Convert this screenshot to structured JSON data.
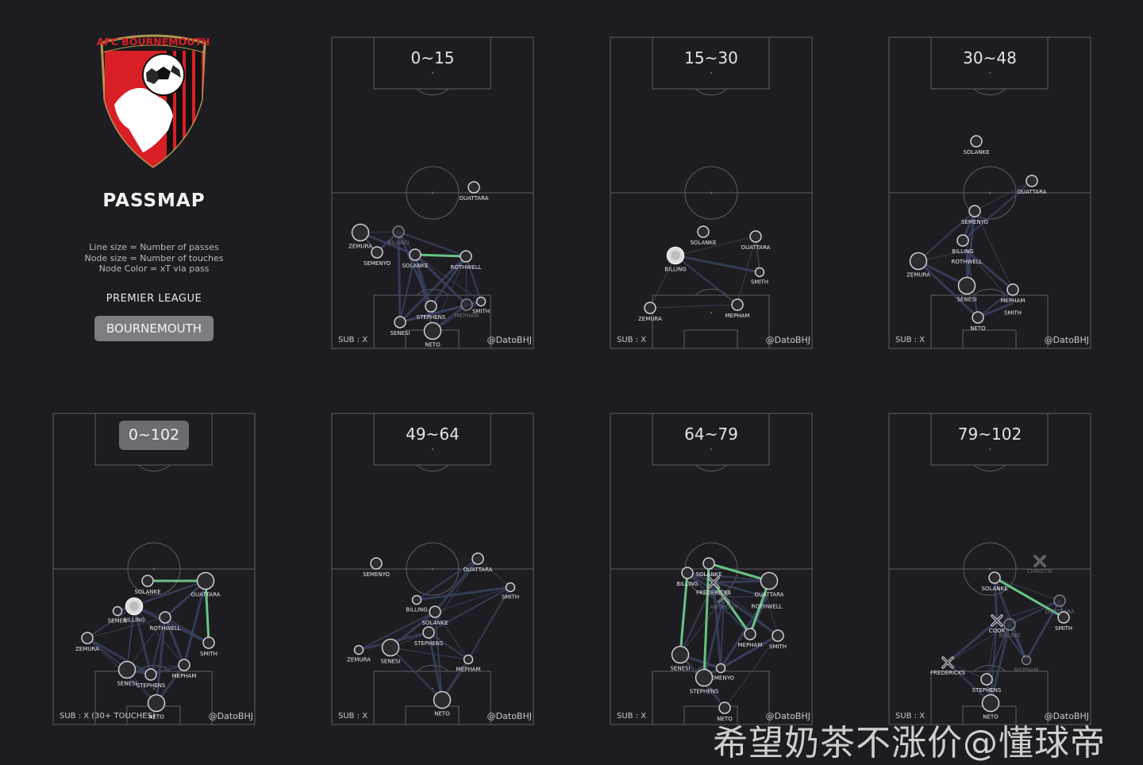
{
  "header": {
    "logo_text": "AFC BOURNEMOUTH",
    "title": "PASSMAP",
    "legend_lines": [
      "Line size = Number of passes",
      "Node size = Number of touches",
      "Node Color = xT via pass"
    ],
    "league": "PREMIER LEAGUE",
    "team_button": "BOURNEMOUTH"
  },
  "colors": {
    "background": "#1d1d21",
    "pitch_line": "#5c5c62",
    "pass_line": "#3b4566",
    "highlight_pass": "#6fd38d",
    "node": "#8e8e92",
    "brand_red": "#d81f26",
    "brand_gold": "#b39550"
  },
  "watermark": "希望奶茶不涨价@懂球帝",
  "panels": [
    {
      "period": "0~15",
      "sub": "SUB : X",
      "credit": "@DatoBHJ",
      "players": [
        {
          "name": "OUATTARA",
          "ox": 597,
          "oy": 236,
          "touches": "m"
        },
        {
          "name": "ZEMURA",
          "ox": 454,
          "oy": 293,
          "touches": "l"
        },
        {
          "name": "BILLING",
          "ox": 502,
          "oy": 292,
          "touches": "m",
          "dim": true
        },
        {
          "name": "SEMENYO",
          "ox": 475,
          "oy": 318,
          "touches": "m"
        },
        {
          "name": "SOLANKE",
          "ox": 523,
          "oy": 321,
          "touches": "m"
        },
        {
          "name": "ROTHWELL",
          "ox": 587,
          "oy": 323,
          "touches": "m"
        },
        {
          "name": "STEPHENS",
          "ox": 543,
          "oy": 386,
          "touches": "m"
        },
        {
          "name": "MEPHAM",
          "ox": 588,
          "oy": 384,
          "touches": "m",
          "dim": true
        },
        {
          "name": "SMITH",
          "ox": 606,
          "oy": 380,
          "touches": "s"
        },
        {
          "name": "SENESI",
          "ox": 504,
          "oy": 406,
          "touches": "m"
        },
        {
          "name": "NETO",
          "ox": 545,
          "oy": 417,
          "touches": "l"
        }
      ],
      "highlight": [
        [
          4,
          5
        ]
      ]
    },
    {
      "period": "15~30",
      "sub": "SUB : X",
      "credit": "@DatoBHJ",
      "players": [
        {
          "name": "SOLANKE",
          "ox": 886,
          "oy": 292,
          "touches": "m"
        },
        {
          "name": "OUATTARA",
          "ox": 952,
          "oy": 298,
          "touches": "m"
        },
        {
          "name": "BILLING",
          "ox": 851,
          "oy": 322,
          "touches": "l",
          "white": true
        },
        {
          "name": "SMITH",
          "ox": 957,
          "oy": 343,
          "touches": "s"
        },
        {
          "name": "ZEMURA",
          "ox": 819,
          "oy": 388,
          "touches": "m"
        },
        {
          "name": "MEPHAM",
          "ox": 929,
          "oy": 384,
          "touches": "m"
        }
      ],
      "highlight": []
    },
    {
      "period": "30~48",
      "sub": "SUB : X",
      "credit": "@DatoBHJ",
      "players": [
        {
          "name": "SOLANKE",
          "ox": 1230,
          "oy": 178,
          "touches": "m"
        },
        {
          "name": "OUATTARA",
          "ox": 1300,
          "oy": 228,
          "touches": "m"
        },
        {
          "name": "SEMENYO",
          "ox": 1228,
          "oy": 266,
          "touches": "m"
        },
        {
          "name": "BILLING",
          "ox": 1213,
          "oy": 303,
          "touches": "m"
        },
        {
          "name": "ROTHWELL",
          "ox": 1218,
          "oy": 316,
          "touches": "m",
          "nocircle": true
        },
        {
          "name": "ZEMURA",
          "ox": 1157,
          "oy": 329,
          "touches": "l"
        },
        {
          "name": "SENESI",
          "ox": 1218,
          "oy": 360,
          "touches": "l"
        },
        {
          "name": "MEPHAM",
          "ox": 1276,
          "oy": 365,
          "touches": "m"
        },
        {
          "name": "SMITH",
          "ox": 1276,
          "oy": 382,
          "touches": "s",
          "nocircle": true
        },
        {
          "name": "NETO",
          "ox": 1232,
          "oy": 400,
          "touches": "m"
        }
      ],
      "highlight": []
    },
    {
      "period": "0~102",
      "sub": "SUB : X (30+ TOUCHES)",
      "credit": "@DatoBHJ",
      "players": [
        {
          "name": "SOLANKE",
          "ox": 186,
          "oy": 732,
          "touches": "m"
        },
        {
          "name": "OUATTARA",
          "ox": 259,
          "oy": 732,
          "touches": "l"
        },
        {
          "name": "BILLING",
          "ox": 169,
          "oy": 764,
          "touches": "l",
          "white": true
        },
        {
          "name": "SEMENYO",
          "ox": 148,
          "oy": 770,
          "touches": "s",
          "label": "SEMEN"
        },
        {
          "name": "ROTHWELL",
          "ox": 208,
          "oy": 778,
          "touches": "m"
        },
        {
          "name": "ZEMURA",
          "ox": 110,
          "oy": 804,
          "touches": "m"
        },
        {
          "name": "SMITH",
          "ox": 263,
          "oy": 810,
          "touches": "m"
        },
        {
          "name": "MEPHAM",
          "ox": 232,
          "oy": 838,
          "touches": "m"
        },
        {
          "name": "SENESI",
          "ox": 160,
          "oy": 844,
          "touches": "l"
        },
        {
          "name": "STEPHENS",
          "ox": 190,
          "oy": 850,
          "touches": "m"
        },
        {
          "name": "NETO",
          "ox": 197,
          "oy": 886,
          "touches": "l"
        }
      ],
      "highlight": [
        [
          1,
          0
        ],
        [
          1,
          6
        ]
      ]
    },
    {
      "period": "49~64",
      "sub": "SUB : X",
      "credit": "@DatoBHJ",
      "players": [
        {
          "name": "SEMENYO",
          "ox": 474,
          "oy": 710,
          "touches": "m"
        },
        {
          "name": "OUATTARA",
          "ox": 602,
          "oy": 704,
          "touches": "m"
        },
        {
          "name": "SMITH",
          "ox": 643,
          "oy": 740,
          "touches": "s"
        },
        {
          "name": "BILLING",
          "ox": 525,
          "oy": 756,
          "touches": "s"
        },
        {
          "name": "SOLANKE",
          "ox": 548,
          "oy": 771,
          "touches": "m"
        },
        {
          "name": "STEPHENS",
          "ox": 540,
          "oy": 797,
          "touches": "m"
        },
        {
          "name": "ZEMURA",
          "ox": 452,
          "oy": 819,
          "touches": "s"
        },
        {
          "name": "SENESI",
          "ox": 492,
          "oy": 816,
          "touches": "l"
        },
        {
          "name": "MEPHAM",
          "ox": 590,
          "oy": 831,
          "touches": "s"
        },
        {
          "name": "NETO",
          "ox": 557,
          "oy": 882,
          "touches": "l"
        }
      ],
      "highlight": []
    },
    {
      "period": "64~79",
      "sub": "SUB : X",
      "credit": "@DatoBHJ",
      "players": [
        {
          "name": "SOLANKE",
          "ox": 893,
          "oy": 710,
          "touches": "m"
        },
        {
          "name": "BILLING",
          "ox": 866,
          "oy": 722,
          "touches": "m"
        },
        {
          "name": "FREDERICKS",
          "ox": 899,
          "oy": 734,
          "touches": "x"
        },
        {
          "name": "OUATTARA",
          "ox": 969,
          "oy": 732,
          "touches": "l"
        },
        {
          "name": "ANTHONY",
          "ox": 912,
          "oy": 752,
          "touches": "x",
          "dim": true
        },
        {
          "name": "ROTHWELL",
          "ox": 966,
          "oy": 752,
          "touches": "s",
          "nocircle": true
        },
        {
          "name": "MEPHAM",
          "ox": 945,
          "oy": 799,
          "touches": "m"
        },
        {
          "name": "SMITH",
          "ox": 980,
          "oy": 801,
          "touches": "m"
        },
        {
          "name": "SENESI",
          "ox": 857,
          "oy": 825,
          "touches": "l"
        },
        {
          "name": "SEMENYO",
          "ox": 908,
          "oy": 842,
          "touches": "s"
        },
        {
          "name": "STEPHENS",
          "ox": 887,
          "oy": 854,
          "touches": "l"
        },
        {
          "name": "NETO",
          "ox": 913,
          "oy": 892,
          "touches": "m"
        }
      ],
      "highlight": [
        [
          0,
          3
        ],
        [
          1,
          8
        ],
        [
          0,
          10
        ],
        [
          2,
          6
        ],
        [
          6,
          3
        ]
      ]
    },
    {
      "period": "79~102",
      "sub": "SUB : X",
      "credit": "@DatoBHJ",
      "players": [
        {
          "name": "CHRISTIE",
          "ox": 1310,
          "oy": 707,
          "touches": "x",
          "dim": true
        },
        {
          "name": "SOLANKE",
          "ox": 1253,
          "oy": 728,
          "touches": "m"
        },
        {
          "name": "OUATTARA",
          "ox": 1335,
          "oy": 757,
          "touches": "m",
          "dim": true
        },
        {
          "name": "SMITH",
          "ox": 1340,
          "oy": 778,
          "touches": "m"
        },
        {
          "name": "COOK",
          "ox": 1256,
          "oy": 782,
          "touches": "x"
        },
        {
          "name": "BILLING",
          "ox": 1272,
          "oy": 787,
          "touches": "m",
          "dim": true
        },
        {
          "name": "MEPHAM",
          "ox": 1293,
          "oy": 832,
          "touches": "s",
          "dim": true
        },
        {
          "name": "FREDERICKS",
          "ox": 1194,
          "oy": 835,
          "touches": "x"
        },
        {
          "name": "STEPHENS",
          "ox": 1243,
          "oy": 856,
          "touches": "m"
        },
        {
          "name": "NETO",
          "ox": 1248,
          "oy": 886,
          "touches": "l"
        }
      ],
      "highlight": [
        [
          1,
          3
        ]
      ]
    }
  ]
}
